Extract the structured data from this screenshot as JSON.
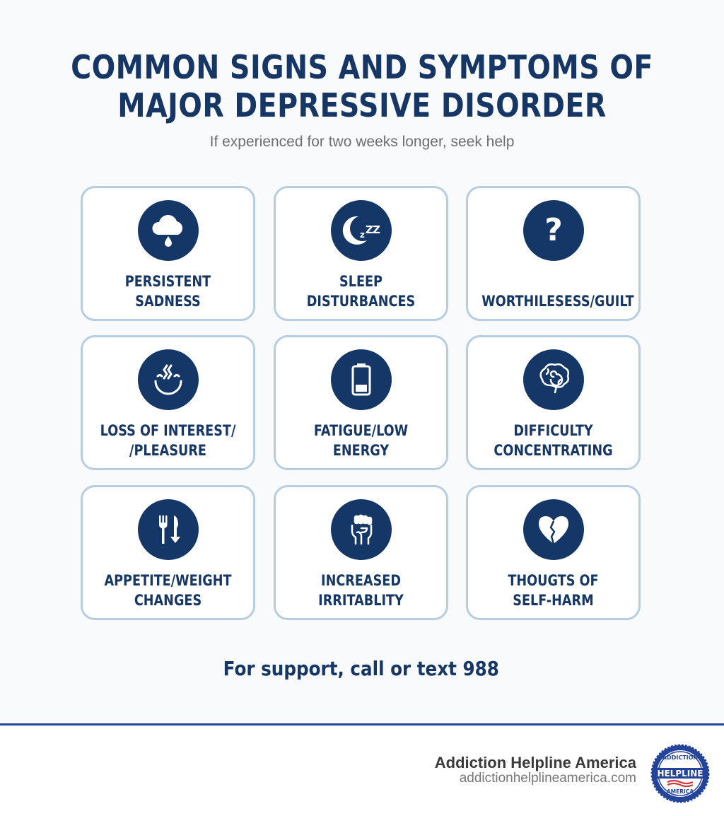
{
  "header": {
    "title_line1": "COMMON SIGNS AND SYMPTOMS OF",
    "title_line2": "MAJOR DEPRESSIVE DISORDER",
    "subtitle": "If experienced for two weeks longer, seek help"
  },
  "symptoms": [
    {
      "icon": "cloud-raindrop-icon",
      "line1": "PERSISTENT",
      "line2": "SADNESS"
    },
    {
      "icon": "moon-zzz-icon",
      "line1": "SLEEP",
      "line2": "DISTURBANCES"
    },
    {
      "icon": "question-mark-icon",
      "line1": "WORTHILESESS/GUILT",
      "line2": ""
    },
    {
      "icon": "smile-squiggle-icon",
      "line1": "LOSS OF INTEREST/",
      "line2": "/PLEASURE"
    },
    {
      "icon": "low-battery-icon",
      "line1": "FATIGUE/LOW",
      "line2": "ENERGY"
    },
    {
      "icon": "brain-icon",
      "line1": "DIFFICULTY",
      "line2": "CONCENTRATING"
    },
    {
      "icon": "fork-knife-down-icon",
      "line1": "APPETITE/WEIGHT",
      "line2": "CHANGES"
    },
    {
      "icon": "clenched-fist-icon",
      "line1": "INCREASED",
      "line2": "IRRITABLITY"
    },
    {
      "icon": "broken-heart-icon",
      "line1": "THOUGTS OF",
      "line2": "SELF-HARM"
    }
  ],
  "support": {
    "text": "For support, call or text 988"
  },
  "footer": {
    "brand_name": "Addiction Helpline America",
    "brand_url": "addictionhelplineamerica.com",
    "logo": {
      "top_text": "ADDICTION",
      "center_text": "HELPLINE",
      "bottom_text": "AMERICA"
    }
  },
  "colors": {
    "primary_navy": "#163765",
    "card_border": "#b7cde2",
    "divider_blue": "#24449a",
    "subtitle_gray": "#6b6e73",
    "background": "#f9fafc"
  }
}
